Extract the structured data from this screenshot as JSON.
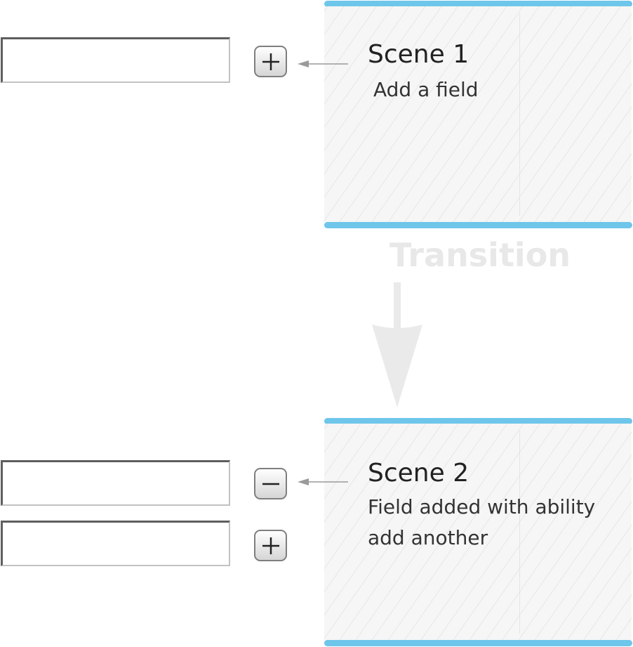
{
  "scene1": {
    "title": "Scene 1",
    "description": "Add a field",
    "button_symbol": "plus-icon"
  },
  "transition": {
    "label": "Transition"
  },
  "scene2": {
    "title": "Scene 2",
    "description_lines": [
      "Field added with ability",
      "add another"
    ],
    "button_symbols": [
      "minus-icon",
      "plus-icon"
    ]
  },
  "colors": {
    "accent_bar": "#6ec6ea",
    "panel_bg": "#f6f6f6",
    "transition_text": "#e8e8e8",
    "arrow": "#9a9a9a"
  }
}
